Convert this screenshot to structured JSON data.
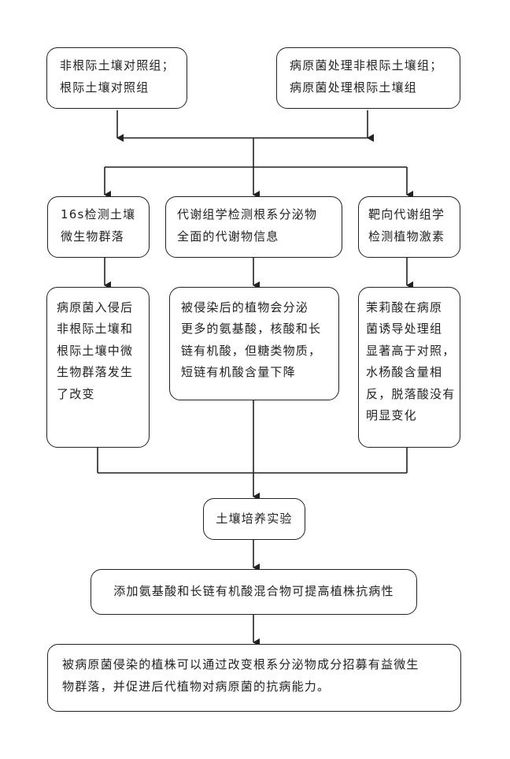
{
  "nodes": {
    "ctrl": "非根际土壤对照组；\n根际土壤对照组",
    "treat": "病原菌处理非根际土壤组；\n病原菌处理根际土壤组",
    "seq16s": "16s检测土壤\n微生物群落",
    "metab": "代谢组学检测根系分泌物\n全面的代谢物信息",
    "target": "靶向代谢组学\n检测植物激素",
    "res16s": "病原菌入侵后\n非根际土壤和\n根际土壤中微\n生物群落发生\n了改变",
    "resmetab": "被侵染后的植物会分泌\n更多的氨基酸，核酸和长\n链有机酸，但糖类物质，\n短链有机酸含量下降",
    "restarget": "茉莉酸在病原\n菌诱导处理组\n显著高于对照，\n水杨酸含量相\n反，脱落酸没有\n明显变化",
    "soil": "土壤培养实验",
    "mix": "添加氨基酸和长链有机酸混合物可提高植株抗病性",
    "concl": "被病原菌侵染的植株可以通过改变根系分泌物成分招募有益微生\n物群落，并促进后代植物对病原菌的抗病能力。"
  }
}
